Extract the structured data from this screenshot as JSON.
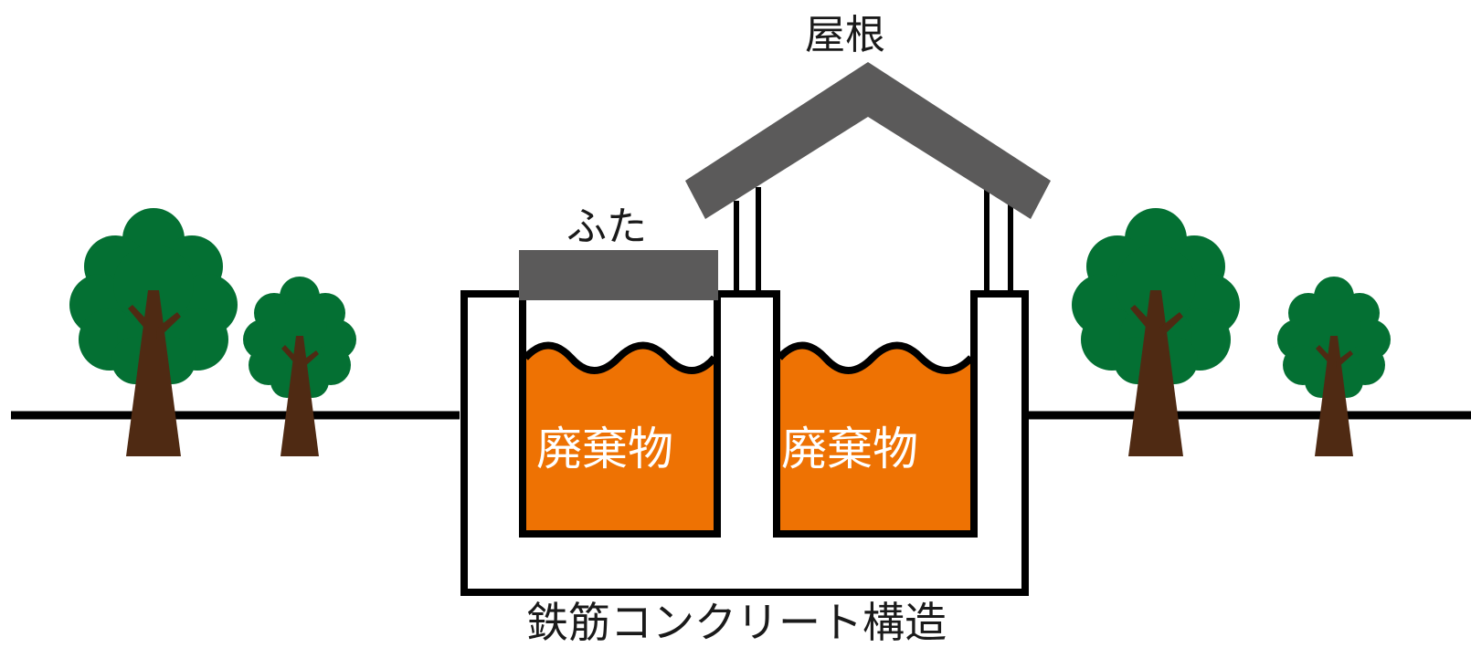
{
  "labels": {
    "roof": "屋根",
    "lid": "ふた",
    "structure": "鉄筋コンクリート構造",
    "waste_left": "廃棄物",
    "waste_right": "廃棄物"
  },
  "colors": {
    "ground_line": "#000000",
    "structure_outline": "#000000",
    "waste_fill": "#ee7203",
    "roof_fill": "#5b5a5a",
    "lid_fill": "#5b5a5a",
    "tree_foliage": "#047033",
    "tree_trunk": "#4f2a13",
    "background": "#ffffff"
  },
  "icons": {
    "trees": [
      "tree-icon",
      "tree-icon",
      "tree-icon",
      "tree-icon"
    ]
  }
}
